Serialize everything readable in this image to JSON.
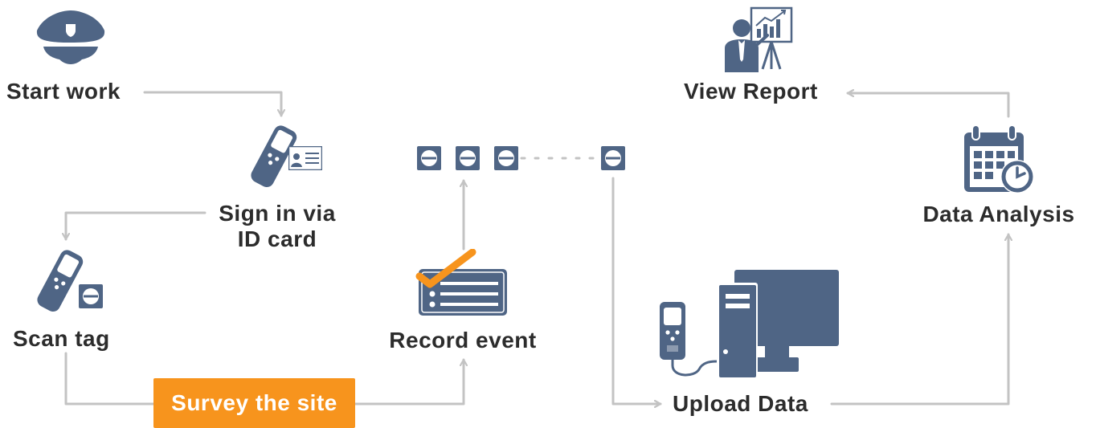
{
  "steps": {
    "start_work": "Start work",
    "sign_in_line1": "Sign in via",
    "sign_in_line2": "ID card",
    "scan_tag": "Scan tag",
    "survey_site": "Survey the site",
    "record_event": "Record event",
    "upload_data": "Upload Data",
    "data_analysis": "Data Analysis",
    "view_report": "View Report"
  },
  "colors": {
    "icon_blue": "#4f6585",
    "arrow_gray": "#c3c3c3",
    "accent_orange": "#f7941d",
    "label_text": "#2c2c2c"
  },
  "icons": [
    "police-cap-icon",
    "handheld-reader-icon",
    "id-card-icon",
    "tag-icon",
    "checklist-icon",
    "computer-icon",
    "calendar-clock-icon",
    "presentation-icon"
  ]
}
